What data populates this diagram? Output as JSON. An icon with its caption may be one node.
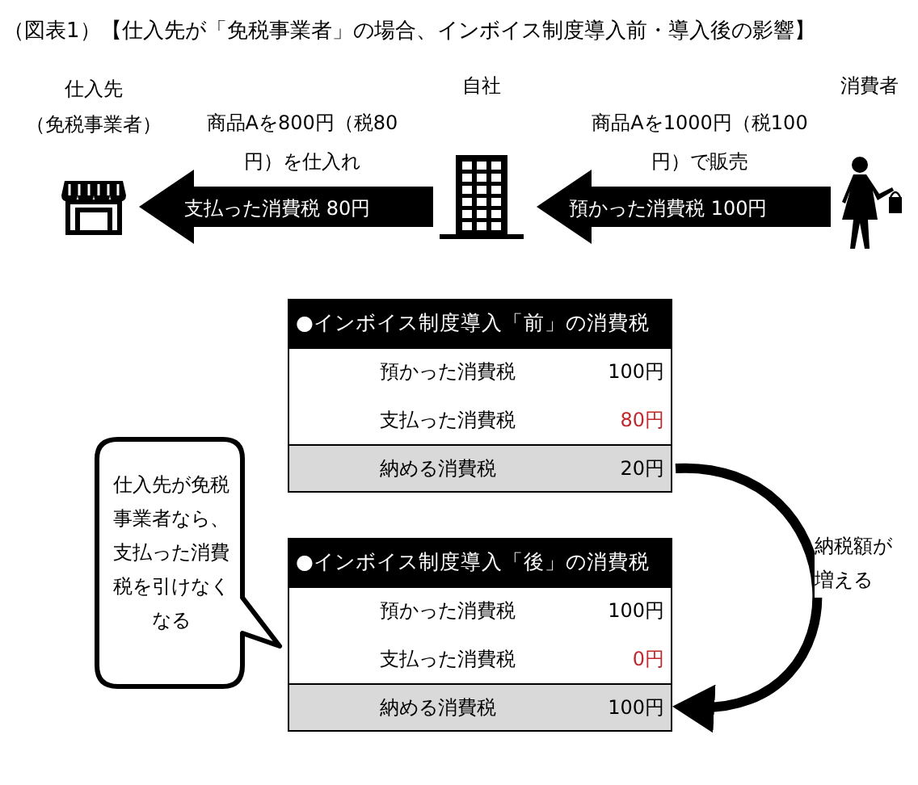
{
  "diagram": {
    "title": "（図表1）【仕入先が「免税事業者」の場合、インボイス制度導入前・導入後の影響】",
    "nodes": [
      {
        "text": [],
        "shape": "store",
        "beside": [
          "仕入先",
          "（免税事業者）"
        ]
      },
      {
        "text": [],
        "shape": "building",
        "beside": [
          "自社"
        ]
      },
      {
        "text": [],
        "shape": "person",
        "beside": [
          "消費者"
        ]
      },
      {
        "text": [
          "●インボイス制度導入「前」の消費税"
        ]
      },
      {
        "text": [
          "納める消費税",
          "20円"
        ],
        "in": 3
      },
      {
        "text": [
          "●インボイス制度導入「後」の消費税"
        ]
      },
      {
        "text": [
          "納める消費税",
          "100円"
        ],
        "in": 5
      },
      {
        "text": [
          "仕入先が免税事業者なら、支払った消費税を引けなくなる"
        ]
      }
    ],
    "edges": [
      {
        "from": 2,
        "to": 1,
        "arrow": "to",
        "label": "預かった消費税 100円",
        "style": "thick"
      },
      {
        "from": 1,
        "to": 0,
        "arrow": "to",
        "label": "支払った消費税 80円",
        "style": "thick"
      },
      {
        "from": 4,
        "to": 6,
        "arrow": "to",
        "label": "納税額が増える"
      }
    ],
    "labels": [
      "商品Aを800円（税80円）を仕入れ",
      "商品Aを1000円（税100円）で販売",
      "預かった消費税",
      "100円",
      "支払った消費税",
      "80円",
      "預かった消費税",
      "100円",
      "支払った消費税",
      "0円"
    ]
  }
}
